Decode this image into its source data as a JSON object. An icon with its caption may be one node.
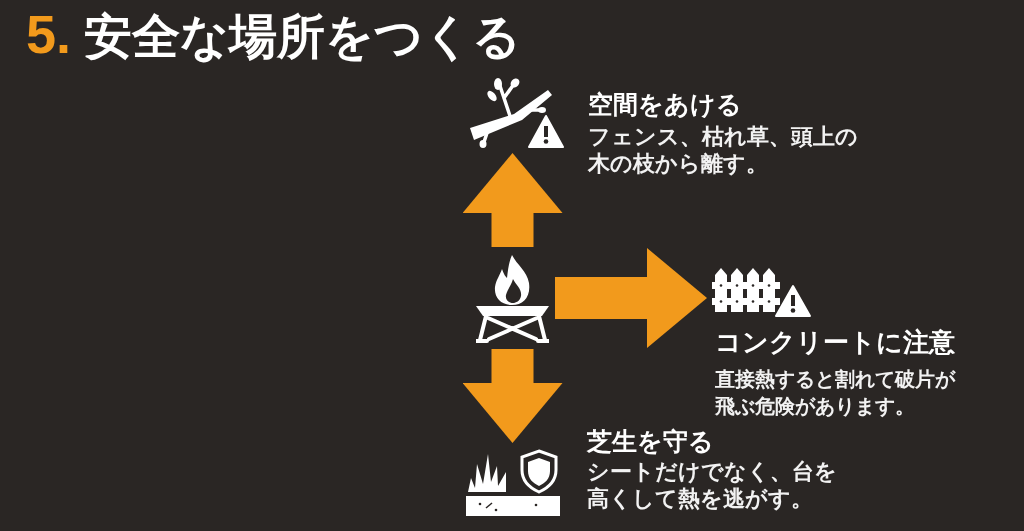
{
  "diagram": {
    "title": "5. 安全な場所をつくる",
    "nodes": [
      {
        "text": [],
        "shape": "picture",
        "beside": [
          "空間をあける",
          "フェンス、枯れ草、頭上の木の枝から離す。"
        ]
      },
      {
        "text": [],
        "shape": "picture"
      },
      {
        "text": [],
        "shape": "picture",
        "beside": [
          "コンクリートに注意",
          "直接熱すると割れて破片が飛ぶ危険があります。"
        ]
      },
      {
        "text": [],
        "shape": "picture",
        "beside": [
          "芝生を守る",
          "シートだけでなく、台を高くして熱を逃がす。"
        ]
      }
    ],
    "edges": [
      {
        "from": 1,
        "to": 0,
        "arrow": "to"
      },
      {
        "from": 1,
        "to": 2,
        "arrow": "to"
      },
      {
        "from": 1,
        "to": 3,
        "arrow": "to"
      }
    ]
  }
}
